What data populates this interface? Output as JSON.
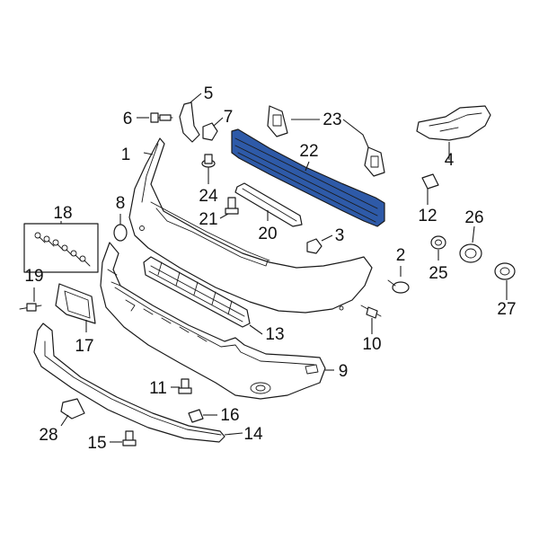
{
  "highlight_color": "#2e5aa8",
  "callouts": [
    {
      "id": "c1",
      "text": "1"
    },
    {
      "id": "c2",
      "text": "2"
    },
    {
      "id": "c3",
      "text": "3"
    },
    {
      "id": "c4",
      "text": "4"
    },
    {
      "id": "c5",
      "text": "5"
    },
    {
      "id": "c6",
      "text": "6"
    },
    {
      "id": "c7",
      "text": "7"
    },
    {
      "id": "c8",
      "text": "8"
    },
    {
      "id": "c9",
      "text": "9"
    },
    {
      "id": "c10",
      "text": "10"
    },
    {
      "id": "c11",
      "text": "11"
    },
    {
      "id": "c12",
      "text": "12"
    },
    {
      "id": "c13",
      "text": "13"
    },
    {
      "id": "c14",
      "text": "14"
    },
    {
      "id": "c15",
      "text": "15"
    },
    {
      "id": "c16",
      "text": "16"
    },
    {
      "id": "c17",
      "text": "17"
    },
    {
      "id": "c18",
      "text": "18"
    },
    {
      "id": "c19",
      "text": "19"
    },
    {
      "id": "c20",
      "text": "20"
    },
    {
      "id": "c21",
      "text": "21"
    },
    {
      "id": "c22",
      "text": "22"
    },
    {
      "id": "c23",
      "text": "23"
    },
    {
      "id": "c24",
      "text": "24"
    },
    {
      "id": "c25",
      "text": "25"
    },
    {
      "id": "c26",
      "text": "26"
    },
    {
      "id": "c27",
      "text": "27"
    },
    {
      "id": "c28",
      "text": "28"
    }
  ]
}
